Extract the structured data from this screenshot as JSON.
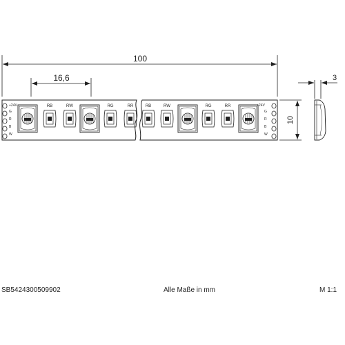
{
  "dimensions": {
    "length": "100",
    "pitch": "16,6",
    "height": "10",
    "thickness": "3"
  },
  "strip_labels": {
    "left_pads": [
      "+24V",
      "G",
      "R",
      "B",
      "W"
    ],
    "right_pads": [
      "+24V",
      "G",
      "R",
      "B",
      "W"
    ],
    "resistors": [
      "RB",
      "RW",
      "RG",
      "RR",
      "RB",
      "RW",
      "RG",
      "RR"
    ]
  },
  "footer": {
    "article_number": "SB5424300509902",
    "units_note": "Alle Maße in mm",
    "scale": "M 1:1"
  }
}
